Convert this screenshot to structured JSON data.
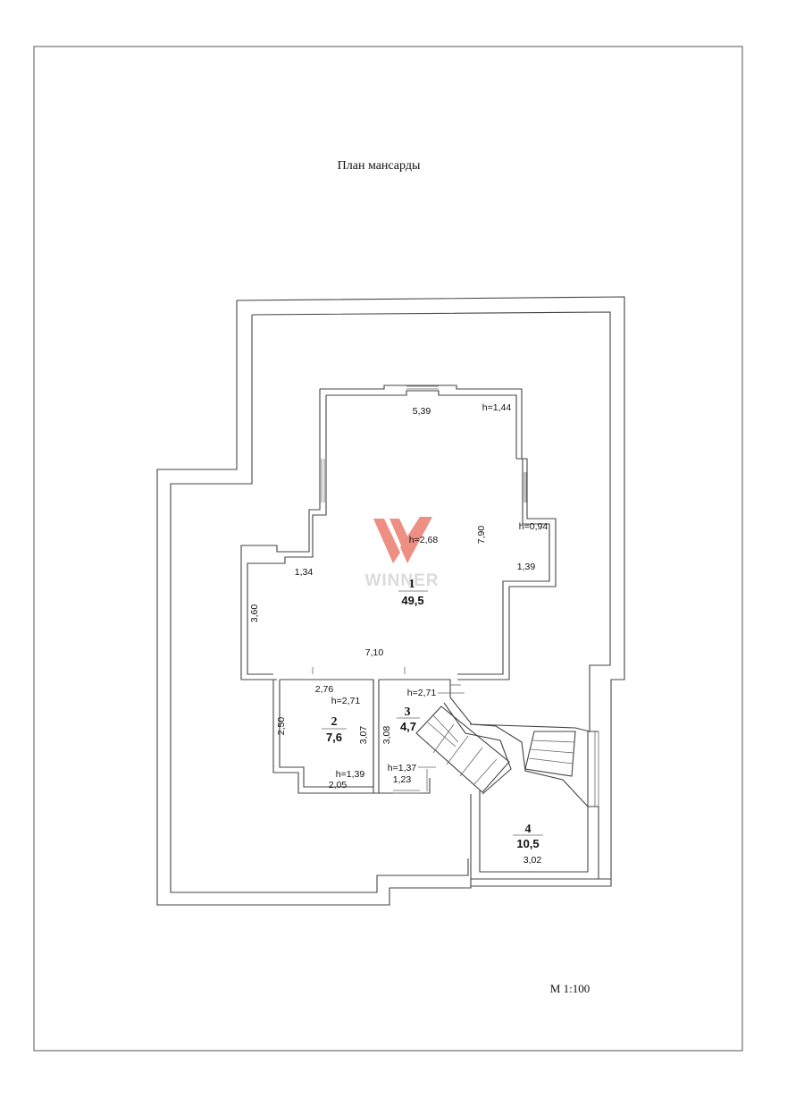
{
  "title": "План мансарды",
  "scale": "М 1:100",
  "watermark": "WINNER",
  "colors": {
    "watermark_red": "#e86a5a",
    "line": "#444444"
  },
  "rooms": [
    {
      "number": "1",
      "area": "49,5"
    },
    {
      "number": "2",
      "area": "7,6"
    },
    {
      "number": "3",
      "area": "4,7"
    },
    {
      "number": "4",
      "area": "10,5"
    }
  ],
  "dimensions": {
    "d539": "5,39",
    "h144": "h=1,44",
    "h268": "h=2,68",
    "d790": "7,90",
    "h094": "h=0,94",
    "d134": "1,34",
    "d139": "1,39",
    "d360": "3,60",
    "d710": "7,10",
    "d276": "2,76",
    "h271a": "h=2,71",
    "h271b": "h=2,71",
    "d250": "2,50",
    "d307": "3,07",
    "d308": "3,08",
    "h139": "h=1,39",
    "d205": "2,05",
    "h137": "h=1,37",
    "d123": "1,23",
    "d302": "3,02"
  }
}
